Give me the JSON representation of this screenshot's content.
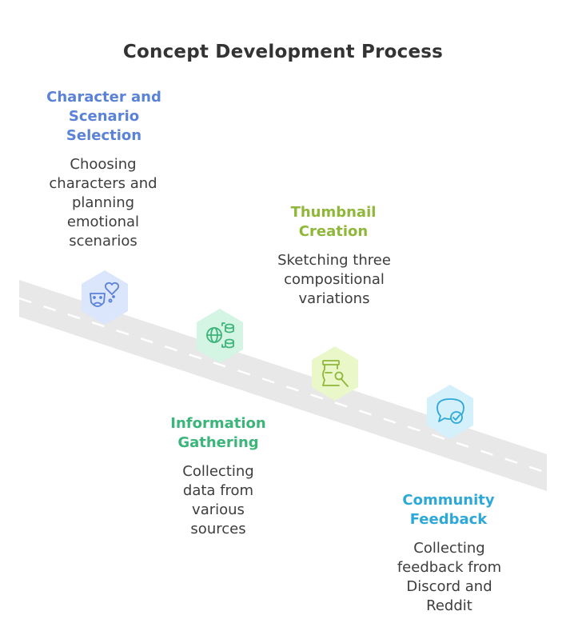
{
  "title": "Concept Development Process",
  "colors": {
    "road": "#e8e8e8",
    "dash": "#ffffff",
    "title": "#333333",
    "description": "#3d3d3d"
  },
  "steps": [
    {
      "title": "Character and Scenario Selection",
      "description": "Choosing characters and planning emotional scenarios",
      "icon": "mask-heart-icon",
      "color": "#5a82d6",
      "fill": "#dbe5fb"
    },
    {
      "title": "Information Gathering",
      "description": "Collecting data from various sources",
      "icon": "globe-database-icon",
      "color": "#3bb57a",
      "fill": "#d4f5e3"
    },
    {
      "title": "Thumbnail Creation",
      "description": "Sketching three compositional variations",
      "icon": "vase-brush-icon",
      "color": "#8fb73a",
      "fill": "#eaf8c9"
    },
    {
      "title": "Community Feedback",
      "description": "Collecting feedback from Discord and Reddit",
      "icon": "chat-check-icon",
      "color": "#2ea8d8",
      "fill": "#d3f0fb"
    }
  ]
}
